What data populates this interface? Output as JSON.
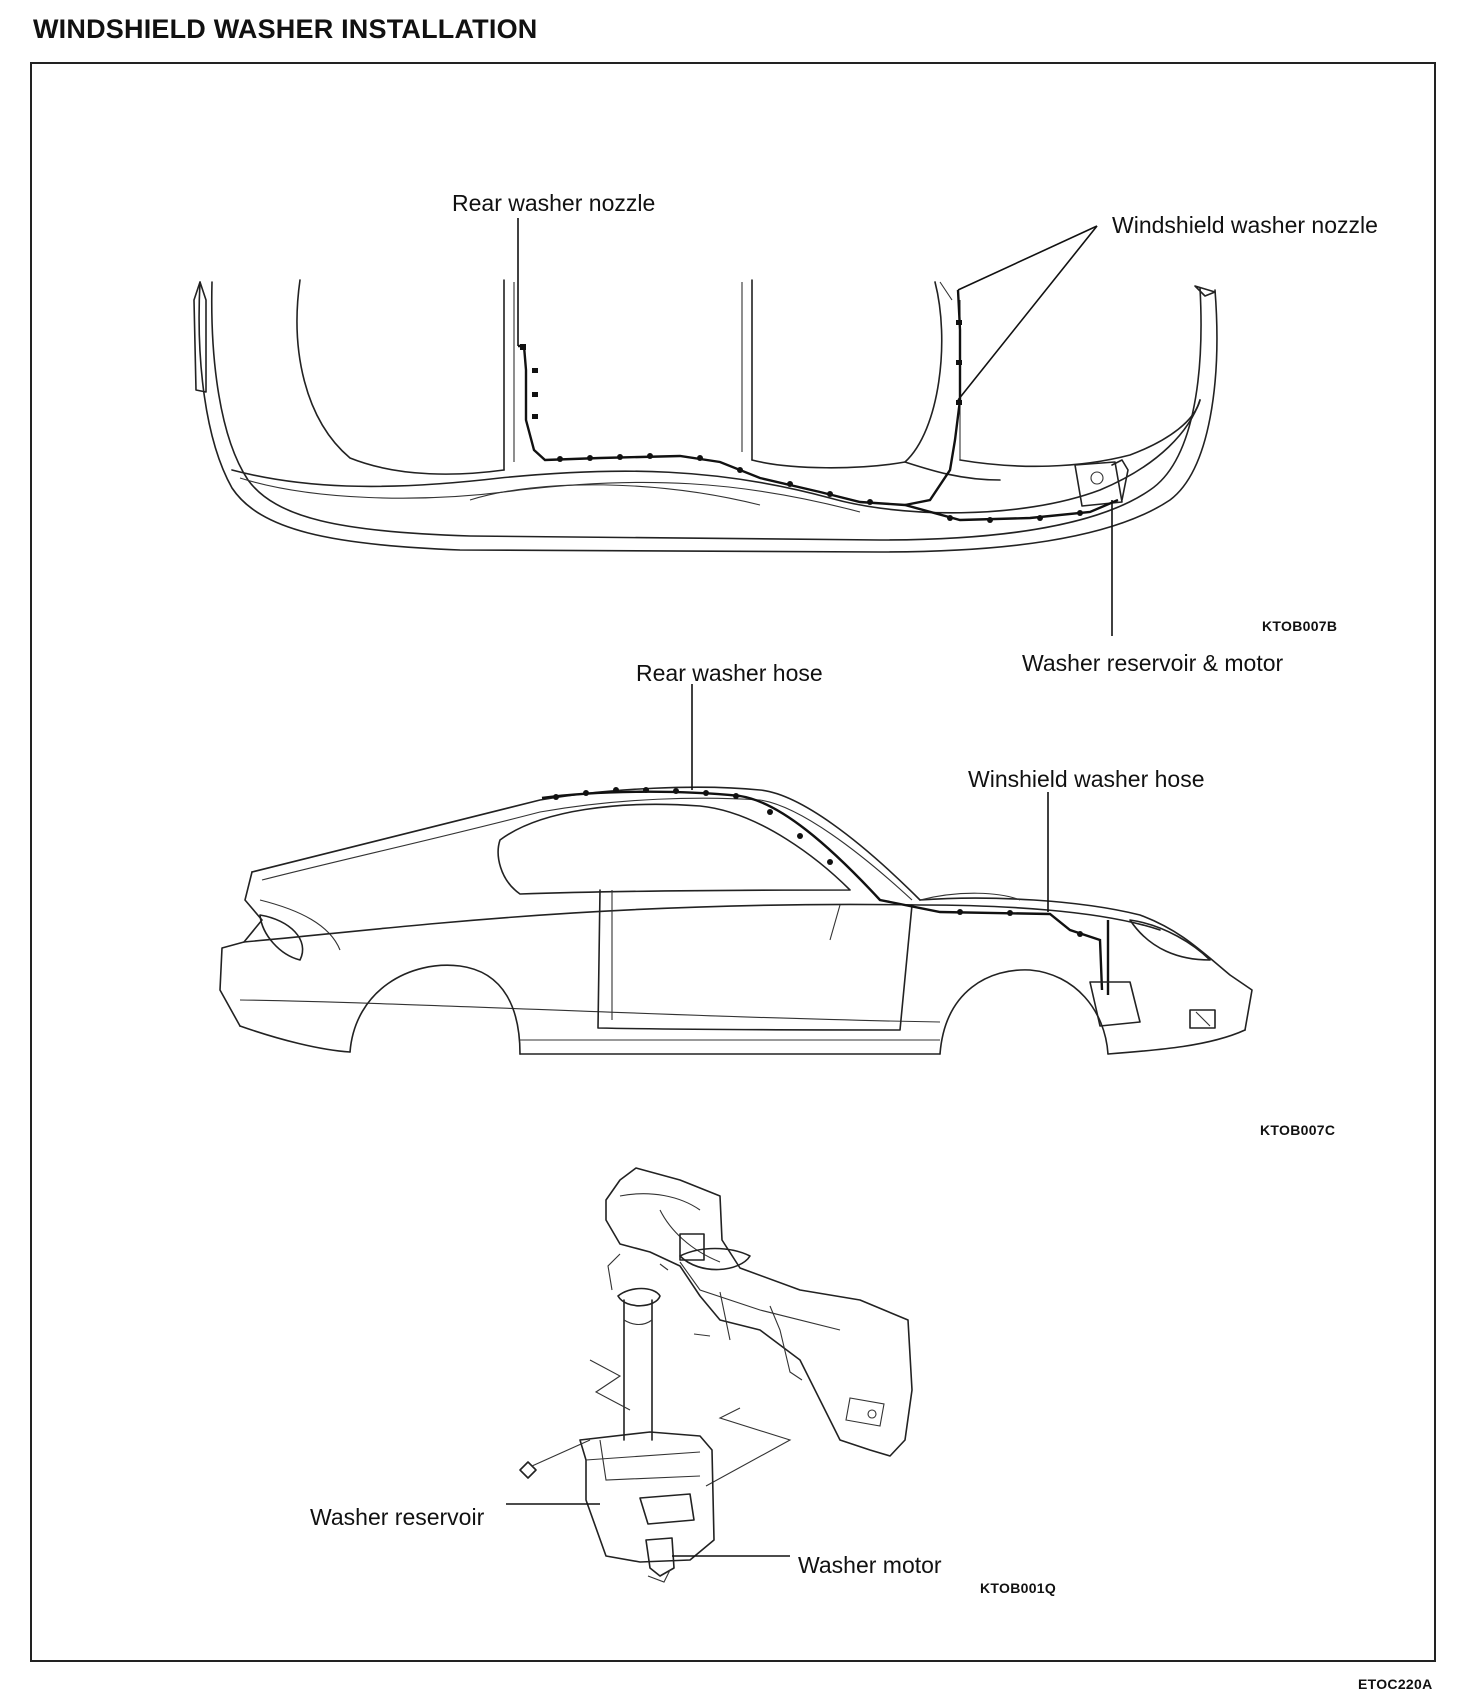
{
  "page": {
    "title": "WINDSHIELD WASHER INSTALLATION",
    "footer_code": "ETOC220A"
  },
  "figure_top": {
    "code": "KTOB007B",
    "labels": {
      "rear_washer_nozzle": "Rear washer nozzle",
      "windshield_washer_nozzle": "Windshield washer nozzle",
      "washer_reservoir_motor": "Washer reservoir & motor"
    }
  },
  "figure_middle": {
    "code": "KTOB007C",
    "labels": {
      "rear_washer_hose": "Rear washer hose",
      "winshield_washer_hose": "Winshield washer hose"
    }
  },
  "figure_bottom": {
    "code": "KTOB001Q",
    "labels": {
      "washer_reservoir": "Washer reservoir",
      "washer_motor": "Washer motor"
    }
  }
}
